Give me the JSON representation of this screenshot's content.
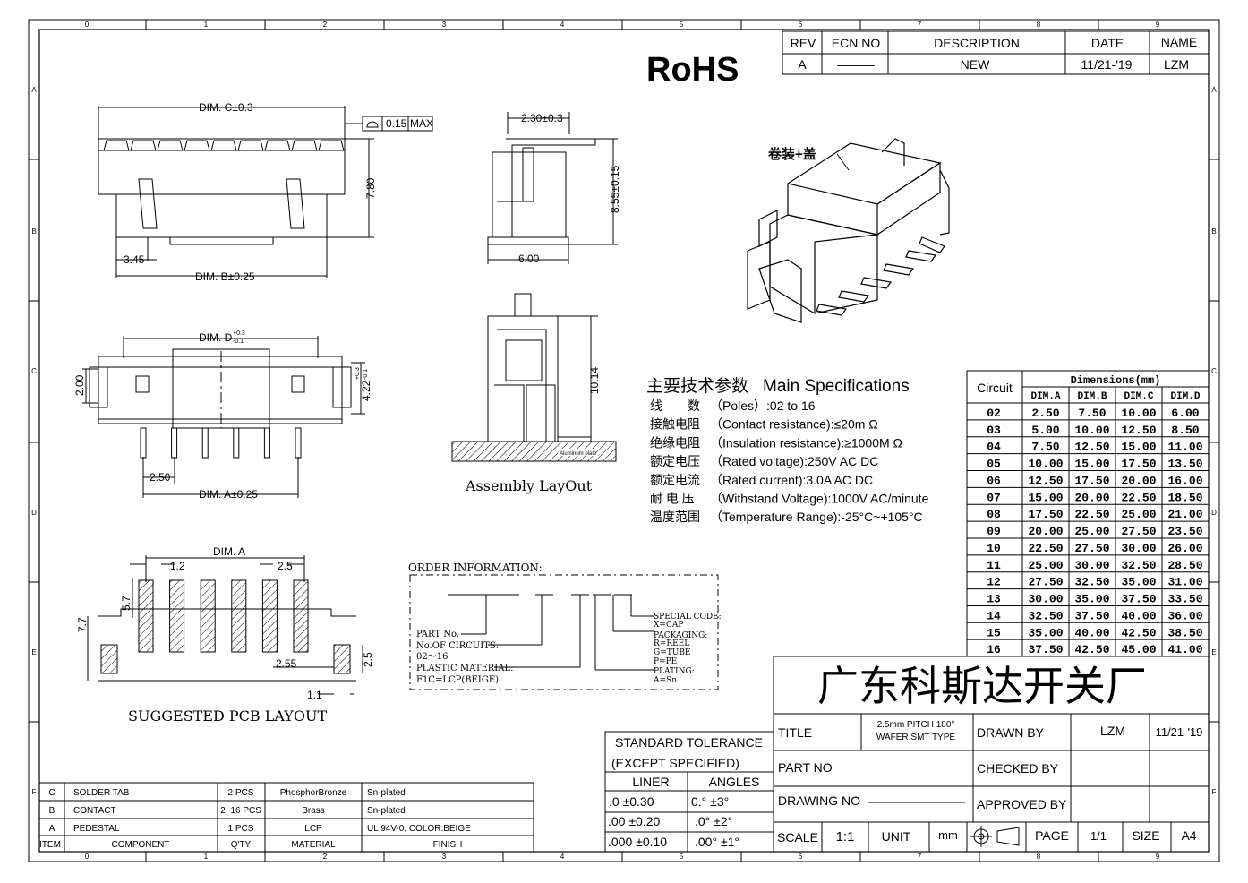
{
  "rohs": "RoHS",
  "col_ticks": [
    "0",
    "1",
    "2",
    "3",
    "4",
    "5",
    "6",
    "7",
    "8",
    "9"
  ],
  "row_ticks": [
    "A",
    "B",
    "C",
    "D",
    "E",
    "F"
  ],
  "revision": {
    "headers": [
      "REV",
      "ECN NO",
      "DESCRIPTION",
      "DATE",
      "NAME"
    ],
    "row": [
      "A",
      "———",
      "NEW",
      "11/21-'19",
      "LZM"
    ]
  },
  "drawing_labels": {
    "dim_c": "DIM. C±0.3",
    "dim_b": "DIM. B±0.25",
    "dim_a": "DIM. A±0.25",
    "dim_a_pcb": "DIM. A",
    "dim_d": "DIM. D",
    "dim_d_tol_top": "+0.3",
    "dim_d_tol_bot": "-0.1",
    "flatness": "0.15",
    "flatness_max": "MAX",
    "h_780": "7.80",
    "w_345": "3.45",
    "w_230": "2.30±0.3",
    "w_600": "6.00",
    "h_855": "8.55±0.15",
    "h_200": "2.00",
    "h_422": "4.22",
    "h_422_tol_top": "+0.3",
    "h_422_tol_bot": "-0.1",
    "pitch_250": "2.50",
    "h_1014": "10.14",
    "aluminum": "Aluminum plate",
    "assembly": "Assembly LayOut",
    "pcb_12": "1.2",
    "pcb_25": "2.5",
    "pcb_57": "5.7",
    "pcb_77": "7.7",
    "pcb_255": "2.55",
    "pcb_25v": "2.5",
    "pcb_11": "1.1",
    "pcb_title": "SUGGESTED PCB LAYOUT",
    "cap_label": "卷装+盖"
  },
  "specs": {
    "title_cn": "主要技术参数",
    "title_en": "Main Specifications",
    "items": [
      {
        "cn": "线　　数",
        "en": "（Poles）:02 to 16"
      },
      {
        "cn": "接触电阻",
        "en": "（Contact resistance):≤20m Ω"
      },
      {
        "cn": "绝缘电阻",
        "en": "（Insulation resistance):≥1000M Ω"
      },
      {
        "cn": "额定电压",
        "en": "（Rated voltage):250V AC DC"
      },
      {
        "cn": "额定电流",
        "en": "（Rated current):3.0A AC DC"
      },
      {
        "cn": "耐 电 压",
        "en": "（Withstand Voltage):1000V AC/minute"
      },
      {
        "cn": "温度范围",
        "en": "（Temperature Range):-25°C~+105°C"
      }
    ]
  },
  "order": {
    "title": "ORDER INFORMATION:",
    "lines_left": [
      "PART No.",
      "No.OF CIRCUITS:",
      "02～16",
      "PLASTIC MATERIAL:",
      "F1C=LCP(BEIGE)"
    ],
    "lines_right": [
      "SPECIAL CODE:",
      "X=CAP",
      "PACKAGING:",
      "R=REEL",
      "G=TUBE",
      "P=PE",
      "PLATING:",
      "A=Sn"
    ]
  },
  "dim_table": {
    "circuit": "Circuit",
    "group": "Dimensions(mm)",
    "headers": [
      "DIM.A",
      "DIM.B",
      "DIM.C",
      "DIM.D"
    ],
    "rows": [
      [
        "02",
        "2.50",
        "7.50",
        "10.00",
        "6.00"
      ],
      [
        "03",
        "5.00",
        "10.00",
        "12.50",
        "8.50"
      ],
      [
        "04",
        "7.50",
        "12.50",
        "15.00",
        "11.00"
      ],
      [
        "05",
        "10.00",
        "15.00",
        "17.50",
        "13.50"
      ],
      [
        "06",
        "12.50",
        "17.50",
        "20.00",
        "16.00"
      ],
      [
        "07",
        "15.00",
        "20.00",
        "22.50",
        "18.50"
      ],
      [
        "08",
        "17.50",
        "22.50",
        "25.00",
        "21.00"
      ],
      [
        "09",
        "20.00",
        "25.00",
        "27.50",
        "23.50"
      ],
      [
        "10",
        "22.50",
        "27.50",
        "30.00",
        "26.00"
      ],
      [
        "11",
        "25.00",
        "30.00",
        "32.50",
        "28.50"
      ],
      [
        "12",
        "27.50",
        "32.50",
        "35.00",
        "31.00"
      ],
      [
        "13",
        "30.00",
        "35.00",
        "37.50",
        "33.50"
      ],
      [
        "14",
        "32.50",
        "37.50",
        "40.00",
        "36.00"
      ],
      [
        "15",
        "35.00",
        "40.00",
        "42.50",
        "38.50"
      ],
      [
        "16",
        "37.50",
        "42.50",
        "45.00",
        "41.00"
      ]
    ]
  },
  "company": "广东科斯达开关厂",
  "title_block": {
    "title_label": "TITLE",
    "title_line1": "2.5mm PITCH 180°",
    "title_line2": "WAFER SMT TYPE",
    "drawn_by_label": "DRAWN BY",
    "drawn_by": "LZM",
    "drawn_date": "11/21-'19",
    "part_no_label": "PART NO",
    "checked_by_label": "CHECKED BY",
    "drawing_no_label": "DRAWING NO",
    "approved_by_label": "APPROVED BY",
    "scale_label": "SCALE",
    "scale": "1:1",
    "unit_label": "UNIT",
    "unit": "mm",
    "page_label": "PAGE",
    "page": "1/1",
    "size_label": "SIZE",
    "size": "A4"
  },
  "tolerance": {
    "line1": "STANDARD TOLERANCE",
    "line2": "(EXCEPT  SPECIFIED)",
    "liner": "LINER",
    "angles": "ANGLES",
    "rows": [
      [
        ".0  ±0.30",
        "0.°  ±3°"
      ],
      [
        ".00  ±0.20",
        ".0°  ±2°"
      ],
      [
        ".000 ±0.10",
        ".00° ±1°"
      ]
    ]
  },
  "bom": {
    "rows": [
      [
        "C",
        "SOLDER TAB",
        "2 PCS",
        "PhosphorBronze",
        "Sn-plated"
      ],
      [
        "B",
        "CONTACT",
        "2~16 PCS",
        "Brass",
        "Sn-plated"
      ],
      [
        "A",
        "PEDESTAL",
        "1 PCS",
        "LCP",
        "UL 94V-0, COLOR:BEIGE"
      ],
      [
        "ITEM",
        "COMPONENT",
        "Q'TY",
        "MATERIAL",
        "FINISH"
      ]
    ]
  }
}
